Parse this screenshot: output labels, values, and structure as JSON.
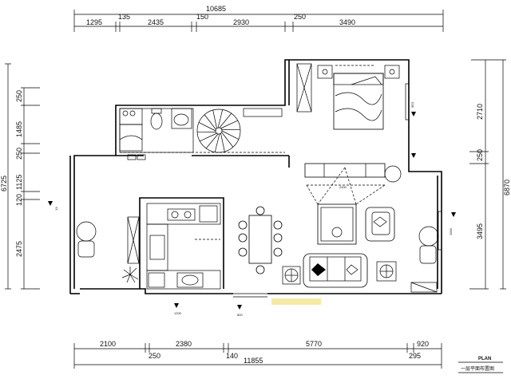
{
  "drawing": {
    "plan_label": "PLAN",
    "title": "一层平面布置图"
  },
  "dimensions": {
    "top_overall": "10685",
    "top_segments": [
      "1295",
      "135",
      "2435",
      "150",
      "2930",
      "250",
      "3490"
    ],
    "bottom_overall": "11855",
    "bottom_segments": [
      "2100",
      "250",
      "2380",
      "140",
      "5770",
      "295",
      "920"
    ],
    "left_overall": "6725",
    "left_segments": [
      "250",
      "1485",
      "250",
      "1125",
      "120",
      "2475"
    ],
    "right_segments": [
      "2710",
      "250",
      "3495"
    ],
    "right_overall": "6870",
    "living_width": "2400"
  },
  "colors": {
    "line": "#000000",
    "highlight": "#f5e9a8"
  }
}
